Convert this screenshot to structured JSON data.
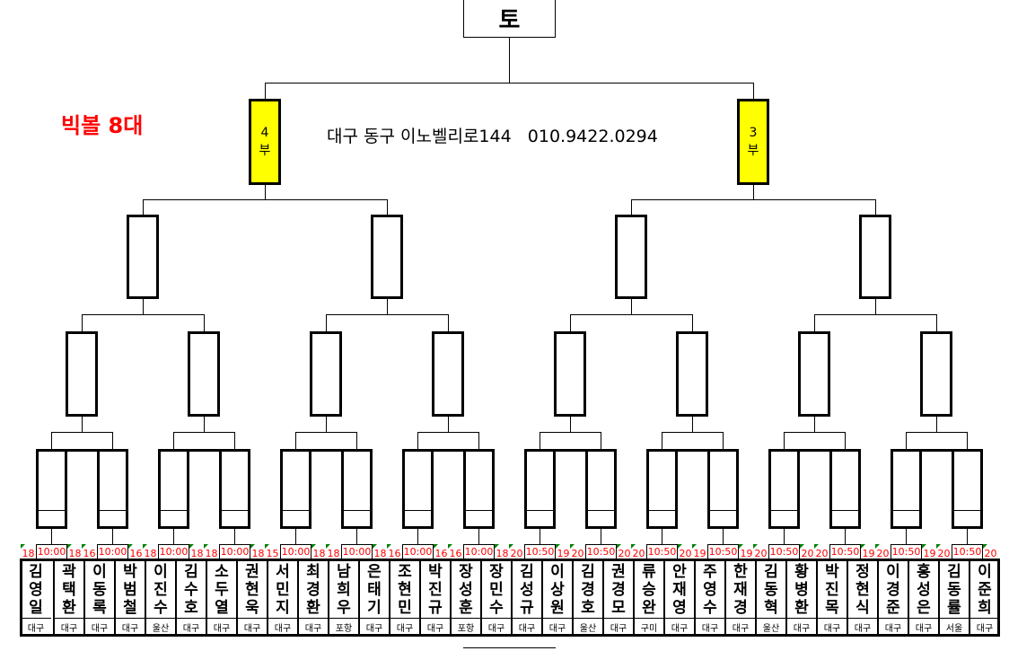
{
  "header": {
    "final_label": "토",
    "title": "빅볼 8대",
    "address": "대구 동구 이노벨리로144   010.9422.0294"
  },
  "divisions": [
    {
      "number": "4",
      "unit": "부"
    },
    {
      "number": "3",
      "unit": "부"
    }
  ],
  "colors": {
    "title": "#ff0000",
    "division_fill": "#ffff00",
    "score": "#ff0000",
    "marker": "#008000"
  },
  "matches": [
    {
      "time": "10:00",
      "left_num": "18",
      "right_num": "18"
    },
    {
      "time": "10:00",
      "left_num": "16",
      "right_num": "16"
    },
    {
      "time": "10:00",
      "left_num": "18",
      "right_num": "18"
    },
    {
      "time": "10:00",
      "left_num": "18",
      "right_num": "18"
    },
    {
      "time": "10:00",
      "left_num": "15",
      "right_num": "18"
    },
    {
      "time": "10:00",
      "left_num": "18",
      "right_num": "18"
    },
    {
      "time": "10:00",
      "left_num": "16",
      "right_num": "16"
    },
    {
      "time": "10:00",
      "left_num": "16",
      "right_num": "18"
    },
    {
      "time": "10:50",
      "left_num": "20",
      "right_num": "19"
    },
    {
      "time": "10:50",
      "left_num": "20",
      "right_num": "20"
    },
    {
      "time": "10:50",
      "left_num": "20",
      "right_num": "20"
    },
    {
      "time": "10:50",
      "left_num": "19",
      "right_num": "19"
    },
    {
      "time": "10:50",
      "left_num": "20",
      "right_num": "20"
    },
    {
      "time": "10:50",
      "left_num": "20",
      "right_num": "19"
    },
    {
      "time": "10:50",
      "left_num": "20",
      "right_num": "19"
    },
    {
      "time": "10:50",
      "left_num": "20",
      "right_num": "20"
    }
  ],
  "players": [
    {
      "name": "김영일",
      "region": "대구"
    },
    {
      "name": "곽택환",
      "region": "대구"
    },
    {
      "name": "이동록",
      "region": "대구"
    },
    {
      "name": "박범철",
      "region": "대구"
    },
    {
      "name": "이진수",
      "region": "울산"
    },
    {
      "name": "김수호",
      "region": "대구"
    },
    {
      "name": "소두열",
      "region": "대구"
    },
    {
      "name": "권현욱",
      "region": "대구"
    },
    {
      "name": "서민지",
      "region": "대구"
    },
    {
      "name": "최경환",
      "region": "대구"
    },
    {
      "name": "남희우",
      "region": "포항"
    },
    {
      "name": "은태기",
      "region": "대구"
    },
    {
      "name": "조현민",
      "region": "대구"
    },
    {
      "name": "박진규",
      "region": "대구"
    },
    {
      "name": "장성훈",
      "region": "포항"
    },
    {
      "name": "장민수",
      "region": "대구"
    },
    {
      "name": "김성규",
      "region": "대구"
    },
    {
      "name": "이상원",
      "region": "대구"
    },
    {
      "name": "김경호",
      "region": "울산"
    },
    {
      "name": "권경모",
      "region": "대구"
    },
    {
      "name": "류승완",
      "region": "구미"
    },
    {
      "name": "안재영",
      "region": "대구"
    },
    {
      "name": "주영수",
      "region": "대구"
    },
    {
      "name": "한재경",
      "region": "대구"
    },
    {
      "name": "김동혁",
      "region": "울산"
    },
    {
      "name": "황병환",
      "region": "대구"
    },
    {
      "name": "박진목",
      "region": "대구"
    },
    {
      "name": "정현식",
      "region": "대구"
    },
    {
      "name": "이경준",
      "region": "대구"
    },
    {
      "name": "홍성은",
      "region": "대구"
    },
    {
      "name": "김동률",
      "region": "서울"
    },
    {
      "name": "이준희",
      "region": "대구"
    }
  ]
}
